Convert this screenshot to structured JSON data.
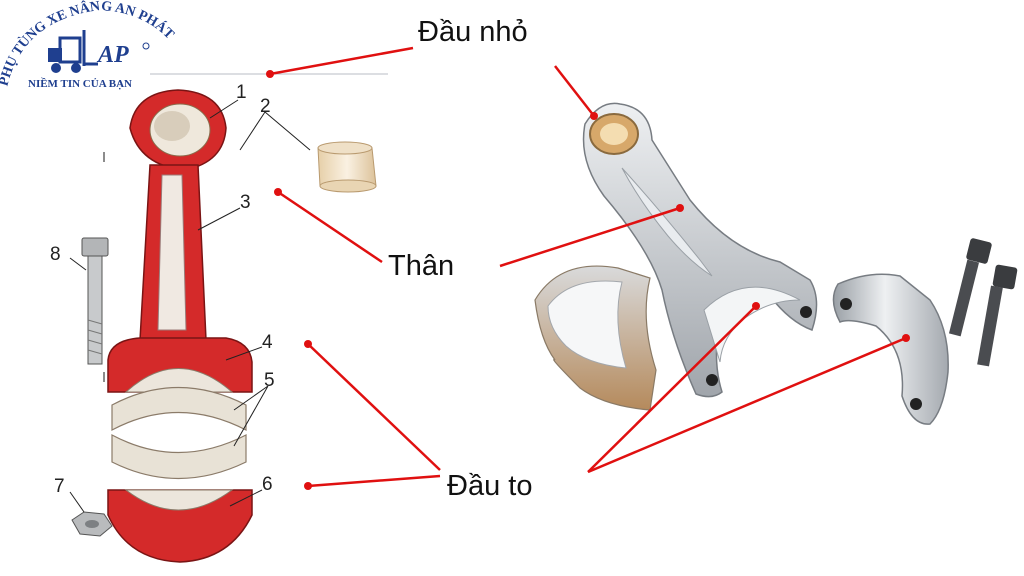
{
  "logo": {
    "arc_text": "PHỤ TÙNG XE NÂNG AN PHÁT",
    "mark": "AP",
    "tagline": "NIỀM TIN CỦA BẠN",
    "brand_color": "#1f3f8f"
  },
  "labels": {
    "small_end": "Đầu nhỏ",
    "body": "Thân",
    "big_end": "Đầu to"
  },
  "part_numbers": [
    "1",
    "2",
    "3",
    "4",
    "5",
    "6",
    "7",
    "8"
  ],
  "colors": {
    "pointer": "#e01010",
    "rod_red": "#d42a2a",
    "bearing": "#e8e2d6",
    "steel": "#c9cdd2"
  }
}
